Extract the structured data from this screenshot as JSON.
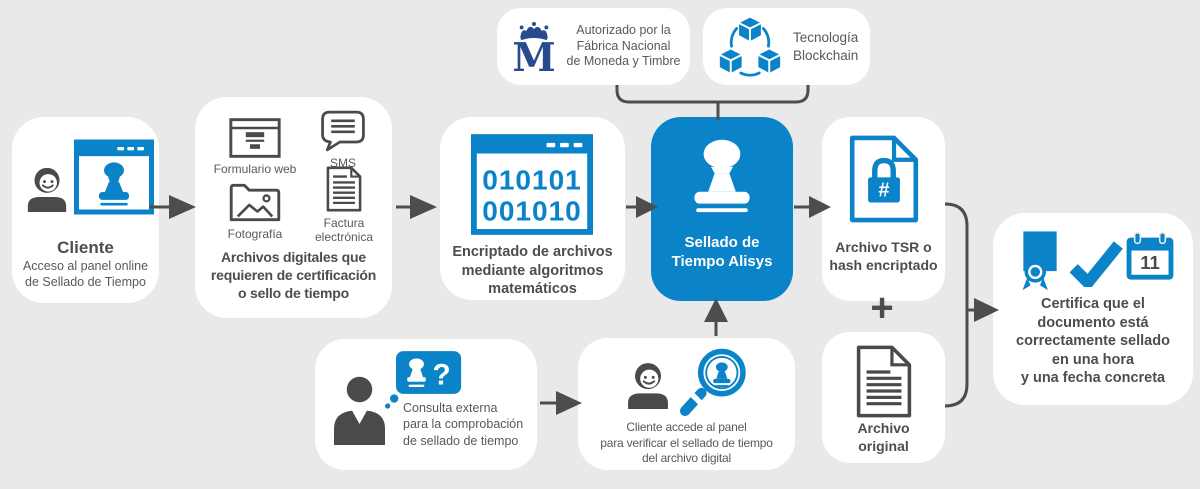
{
  "colors": {
    "background": "#e9e9e9",
    "accent_blue": "#0b83c8",
    "fnmt_navy": "#274b8c",
    "icon_dark_gray": "#4a4a4c",
    "connector_gray": "#4d4d4d",
    "text_gray": "#58595b"
  },
  "badges": {
    "fnmt": {
      "logo_letter": "M",
      "text": "Autorizado por la\nFábrica Nacional\nde Moneda y Timbre"
    },
    "blockchain": {
      "text": "Tecnología\nBlockchain"
    }
  },
  "nodes": {
    "cliente": {
      "title": "Cliente",
      "subtitle": "Acceso al panel online\nde Sellado de Tiempo"
    },
    "archivos": {
      "items": [
        {
          "label": "Formulario web"
        },
        {
          "label": "SMS"
        },
        {
          "label": "Fotografía"
        },
        {
          "label": "Factura\nelectrónica"
        }
      ],
      "title": "Archivos digitales que\nrequieren de certificación\no sello de tiempo"
    },
    "encriptado": {
      "binary_line1": "010101",
      "binary_line2": "001010",
      "title": "Encriptado de archivos\nmediante algoritmos\nmatemáticos"
    },
    "sellado": {
      "title": "Sellado de\nTiempo Alisys"
    },
    "tsr": {
      "title": "Archivo TSR o\nhash encriptado",
      "hash_symbol": "#"
    },
    "plus_sign": "+",
    "original": {
      "title": "Archivo\noriginal"
    },
    "certifica": {
      "calendar_day": "11",
      "title": "Certifica que el\ndocumento está\ncorrectamente sellado\nen una hora\ny una fecha concreta"
    },
    "consulta": {
      "question_mark": "?",
      "text": "Consulta externa\npara la comprobación\nde sellado de tiempo"
    },
    "verificar": {
      "text": "Cliente accede al panel\npara verificar el sellado de tiempo\ndel archivo digital"
    }
  }
}
